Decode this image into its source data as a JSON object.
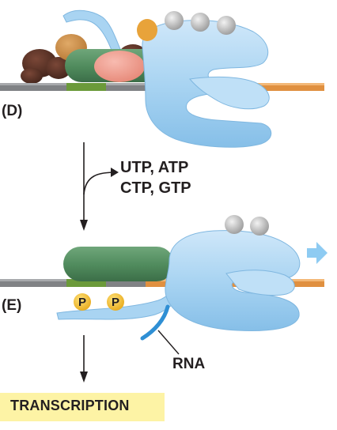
{
  "panels": {
    "d": {
      "label": "(D)"
    },
    "e": {
      "label": "(E)"
    }
  },
  "nucleotides": {
    "line1": "UTP, ATP",
    "line2": "CTP, GTP"
  },
  "phosphates": [
    {
      "label": "P"
    },
    {
      "label": "P"
    }
  ],
  "rna_label": "RNA",
  "outcome": {
    "label": "TRANSCRIPTION"
  },
  "colors": {
    "dna_gray": "#808285",
    "dna_orange": "#e09040",
    "polymerase_blue": "#a9d4f2",
    "tfiid_green": "#4f8a5c",
    "salmon": "#ef9a8c",
    "brown": "#5b3327",
    "tan": "#c98b45",
    "gold": "#e8a33a",
    "phosphate_yellow": "#f5c32c",
    "highlight_yellow": "#fdf3a5",
    "rna_blue": "#2f8fd4"
  }
}
